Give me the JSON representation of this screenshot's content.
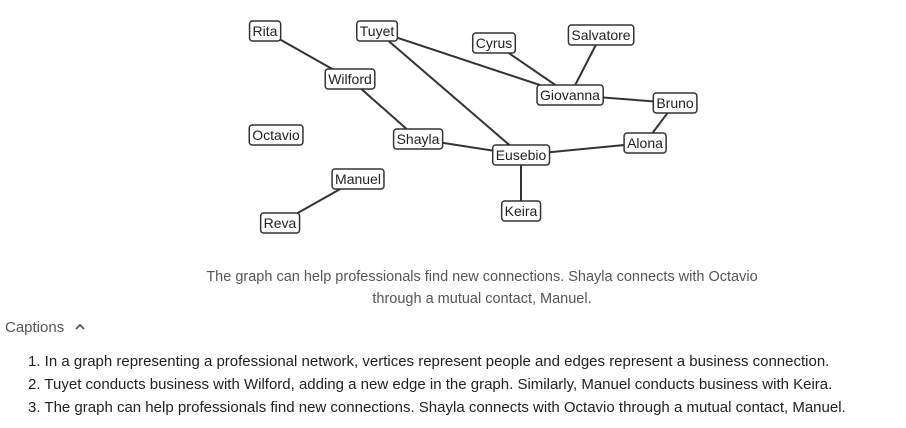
{
  "graph": {
    "nodes": [
      {
        "id": "rita",
        "label": "Rita"
      },
      {
        "id": "tuyet",
        "label": "Tuyet"
      },
      {
        "id": "cyrus",
        "label": "Cyrus"
      },
      {
        "id": "salvatore",
        "label": "Salvatore"
      },
      {
        "id": "wilford",
        "label": "Wilford"
      },
      {
        "id": "giovanna",
        "label": "Giovanna"
      },
      {
        "id": "bruno",
        "label": "Bruno"
      },
      {
        "id": "octavio",
        "label": "Octavio"
      },
      {
        "id": "shayla",
        "label": "Shayla"
      },
      {
        "id": "eusebio",
        "label": "Eusebio"
      },
      {
        "id": "alona",
        "label": "Alona"
      },
      {
        "id": "manuel",
        "label": "Manuel"
      },
      {
        "id": "keira",
        "label": "Keira"
      },
      {
        "id": "reva",
        "label": "Reva"
      }
    ],
    "edges": [
      [
        "rita",
        "wilford"
      ],
      [
        "wilford",
        "shayla"
      ],
      [
        "tuyet",
        "giovanna"
      ],
      [
        "tuyet",
        "eusebio"
      ],
      [
        "cyrus",
        "giovanna"
      ],
      [
        "salvatore",
        "giovanna"
      ],
      [
        "giovanna",
        "bruno"
      ],
      [
        "bruno",
        "alona"
      ],
      [
        "alona",
        "eusebio"
      ],
      [
        "shayla",
        "eusebio"
      ],
      [
        "eusebio",
        "keira"
      ],
      [
        "manuel",
        "reva"
      ]
    ]
  },
  "figure_caption": "The graph can help professionals find new connections. Shayla connects with Octavio through a mutual contact, Manuel.",
  "captions": {
    "header": "Captions",
    "items": [
      "1. In a graph representing a professional network, vertices represent people and edges represent a business connection.",
      "2. Tuyet conducts business with Wilford, adding a new edge in the graph. Similarly, Manuel conducts business with Keira.",
      "3. The graph can help professionals find new connections. Shayla connects with Octavio through a mutual contact, Manuel."
    ]
  }
}
